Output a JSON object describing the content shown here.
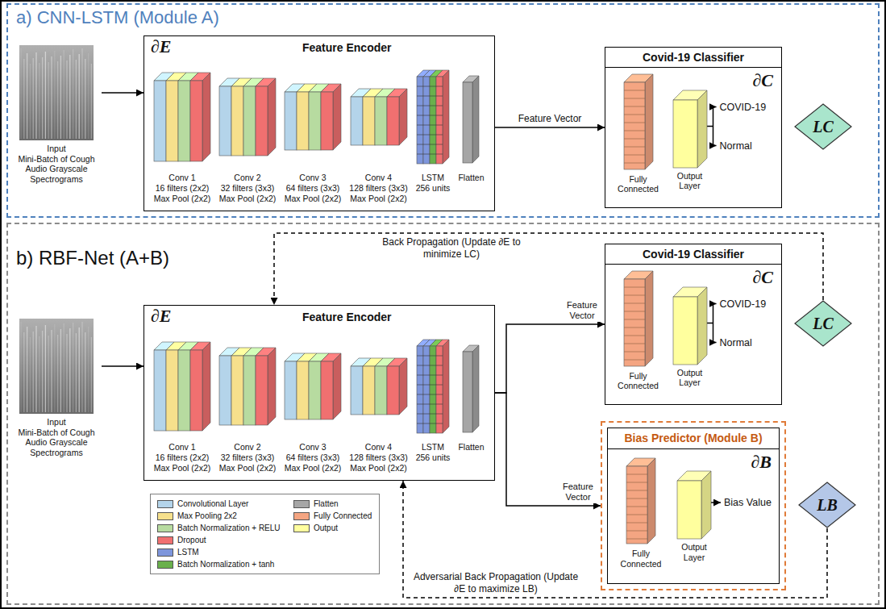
{
  "diagram": {
    "nodes": [
      {
        "text": [
          "a) CNN-LSTM (Module A)"
        ]
      },
      {
        "text": [
          "Input",
          "Mini-Batch of Cough Audio Grayscale Spectrograms"
        ],
        "in": 0
      },
      {
        "text": [
          "∂E",
          "Feature Encoder"
        ],
        "in": 0
      },
      {
        "text": [
          "Conv 1",
          "16 filters (2x2)",
          "Max Pool (2x2)"
        ],
        "in": 2
      },
      {
        "text": [
          "Conv 2",
          "32 filters (3x3)",
          "Max Pool (2x2)"
        ],
        "in": 2
      },
      {
        "text": [
          "Conv 3",
          "64 filters (3x3)",
          "Max Pool (2x2)"
        ],
        "in": 2
      },
      {
        "text": [
          "Conv 4",
          "128 filters (3x3)",
          "Max Pool (2x2)"
        ],
        "in": 2
      },
      {
        "text": [
          "LSTM",
          "256 units"
        ],
        "in": 2
      },
      {
        "text": [
          "Flatten"
        ],
        "in": 2
      },
      {
        "text": [
          "Covid-19 Classifier",
          "∂C"
        ],
        "in": 0
      },
      {
        "text": [
          "Fully Connected"
        ],
        "in": 9
      },
      {
        "text": [
          "Output Layer"
        ],
        "in": 9
      },
      {
        "text": [
          "LC"
        ],
        "in": 0
      },
      {
        "text": [
          "b) RBF-Net (A+B)"
        ]
      },
      {
        "text": [
          "Input",
          "Mini-Batch of Cough Audio Grayscale Spectrograms"
        ],
        "in": 13
      },
      {
        "text": [
          "∂E",
          "Feature Encoder"
        ],
        "in": 13
      },
      {
        "text": [
          "Conv 1",
          "16 filters (2x2)",
          "Max Pool (2x2)"
        ],
        "in": 15
      },
      {
        "text": [
          "Conv 2",
          "32 filters (3x3)",
          "Max Pool (2x2)"
        ],
        "in": 15
      },
      {
        "text": [
          "Conv 3",
          "64 filters (3x3)",
          "Max Pool (2x2)"
        ],
        "in": 15
      },
      {
        "text": [
          "Conv 4",
          "128 filters (3x3)",
          "Max Pool (2x2)"
        ],
        "in": 15
      },
      {
        "text": [
          "LSTM",
          "256 units"
        ],
        "in": 15
      },
      {
        "text": [
          "Flatten"
        ],
        "in": 15
      },
      {
        "text": [
          "Covid-19 Classifier",
          "∂C"
        ],
        "in": 13
      },
      {
        "text": [
          "Fully Connected"
        ],
        "in": 22
      },
      {
        "text": [
          "Output Layer"
        ],
        "in": 22
      },
      {
        "text": [
          "LC"
        ],
        "in": 13
      },
      {
        "text": [
          "Bias Predictor (Module B)",
          "∂B"
        ],
        "in": 13
      },
      {
        "text": [
          "Fully Connected"
        ],
        "in": 26
      },
      {
        "text": [
          "Output Layer"
        ],
        "in": 26
      },
      {
        "text": [
          "LB"
        ],
        "in": 13
      }
    ],
    "edges": [
      {
        "from": 1,
        "to": 2,
        "arrow": "to"
      },
      {
        "from": 2,
        "to": 9,
        "label": "Feature Vector",
        "arrow": "to"
      },
      {
        "from": 14,
        "to": 15,
        "arrow": "to"
      },
      {
        "from": 15,
        "to": 22,
        "label": "Feature Vector",
        "arrow": "to"
      },
      {
        "from": 15,
        "to": 26,
        "label": "Feature Vector",
        "arrow": "to"
      },
      {
        "from": 25,
        "to": 15,
        "label": "Back Propagation (Update ∂E to minimize LC)",
        "arrow": "to"
      },
      {
        "from": 29,
        "to": 15,
        "label": "Adversarial Back Propagation (Update ∂E to maximize LB)",
        "arrow": "to"
      }
    ],
    "labels": [
      "COVID-19",
      "Normal",
      "COVID-19",
      "Normal",
      "Bias Value"
    ],
    "legend": [
      {
        "text": "Convolutional Layer",
        "color": "#b4d4ea"
      },
      {
        "text": "Max Pooling 2x2",
        "color": "#f6e08c"
      },
      {
        "text": "Batch Normalization + RELU",
        "color": "#b7dba0"
      },
      {
        "text": "Dropout",
        "color": "#f07070"
      },
      {
        "text": "LSTM",
        "color": "#7e96dc"
      },
      {
        "text": "Batch Normalization + tanh",
        "color": "#6ab04c"
      },
      {
        "text": "Flatten",
        "color": "#a6a6a6"
      },
      {
        "text": "Fully Connected",
        "color": "#f4a582"
      },
      {
        "text": "Output",
        "color": "#ffff9e"
      }
    ]
  }
}
